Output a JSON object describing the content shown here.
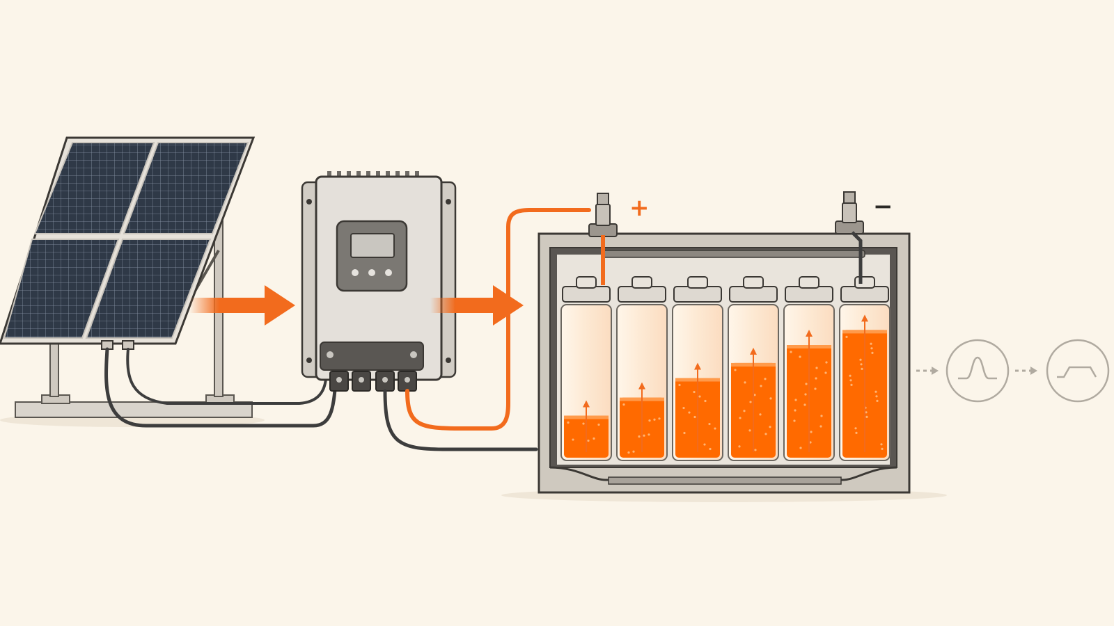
{
  "diagram": {
    "components": [
      {
        "id": "solar-array",
        "icon": "solar-panel-icon",
        "panels": 4
      },
      {
        "id": "charge-controller",
        "icon": "charge-controller-icon",
        "display_buttons": 3,
        "output_terminals": 4
      },
      {
        "id": "battery",
        "icon": "battery-cutaway-icon",
        "cells": 6
      }
    ],
    "battery": {
      "positive_label": "+",
      "negative_label": "−",
      "cell_fill_levels": [
        0.28,
        0.4,
        0.53,
        0.63,
        0.75,
        0.85
      ]
    },
    "flow_icons": [
      "arrow-right-icon",
      "arrow-right-icon"
    ],
    "waveform_icons": [
      "pulse-wave-icon",
      "flat-top-wave-icon"
    ],
    "colors": {
      "background": "#fbf5ea",
      "accent": "#f26b1d",
      "electrolyte": "#ff6a00",
      "panel_cell": "#2f3947",
      "metal": "#d8d3cb",
      "outline": "#3b3834",
      "wire": "#3d3d3d",
      "icon_stroke": "#b0aaa0"
    }
  }
}
